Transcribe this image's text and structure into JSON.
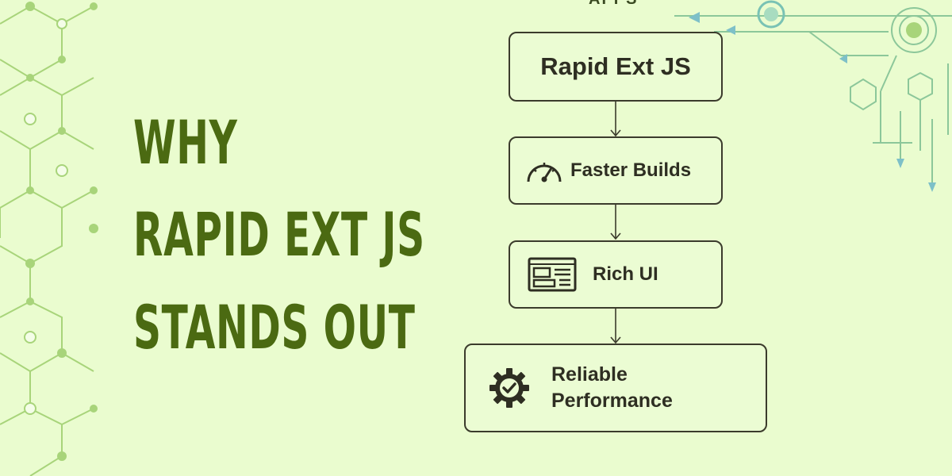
{
  "headline": [
    "WHY",
    "RAPID EXT JS",
    "STANDS OUT"
  ],
  "top_text": "APPS",
  "flow": {
    "root": "Rapid Ext JS",
    "steps": [
      {
        "label": "Faster Builds",
        "icon": "speedometer-icon"
      },
      {
        "label": "Rich UI",
        "icon": "ui-layout-icon"
      },
      {
        "label_line1": "Reliable",
        "label_line2": "Performance",
        "icon": "gear-check-icon"
      }
    ]
  },
  "colors": {
    "background": "#eafccf",
    "headline": "#4b6a12",
    "box_border": "#3b3b2c",
    "hex_pattern": "#a8d47a",
    "circuit": "#7fbf8f"
  }
}
